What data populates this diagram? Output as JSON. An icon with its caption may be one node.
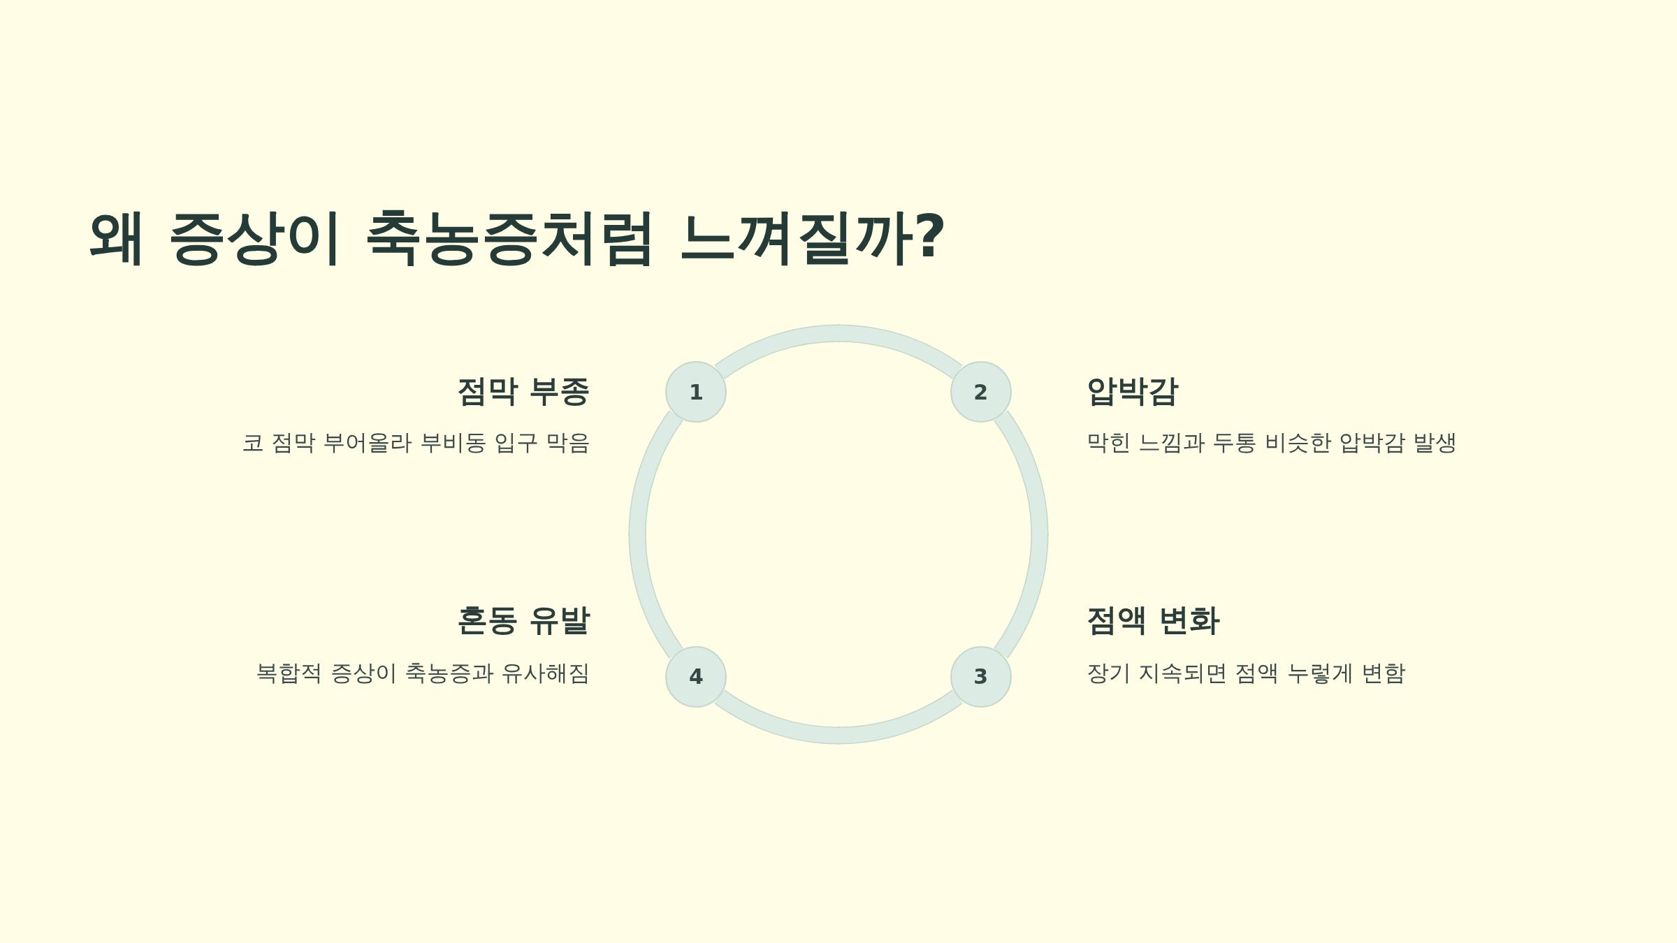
{
  "diagram": {
    "title": "왜 증상이 축농증처럼 느껴질까?",
    "nodes": [
      {
        "text": [
          "1"
        ],
        "beside": [
          "점막 부종",
          "코 점막 부어올라 부비동 입구 막음"
        ]
      },
      {
        "text": [
          "2"
        ],
        "beside": [
          "압박감",
          "막힌 느낌과 두통 비슷한 압박감 발생"
        ]
      },
      {
        "text": [
          "3"
        ],
        "beside": [
          "점액 변화",
          "장기 지속되면 점액 누렇게 변함"
        ]
      },
      {
        "text": [
          "4"
        ],
        "beside": [
          "혼동 유발",
          "복합적 증상이 축농증과 유사해짐"
        ]
      }
    ],
    "edges": [
      {
        "from": 0,
        "to": 1,
        "arrow": "none"
      },
      {
        "from": 1,
        "to": 2,
        "arrow": "none"
      },
      {
        "from": 2,
        "to": 3,
        "arrow": "none"
      },
      {
        "from": 3,
        "to": 0,
        "arrow": "none"
      }
    ]
  }
}
